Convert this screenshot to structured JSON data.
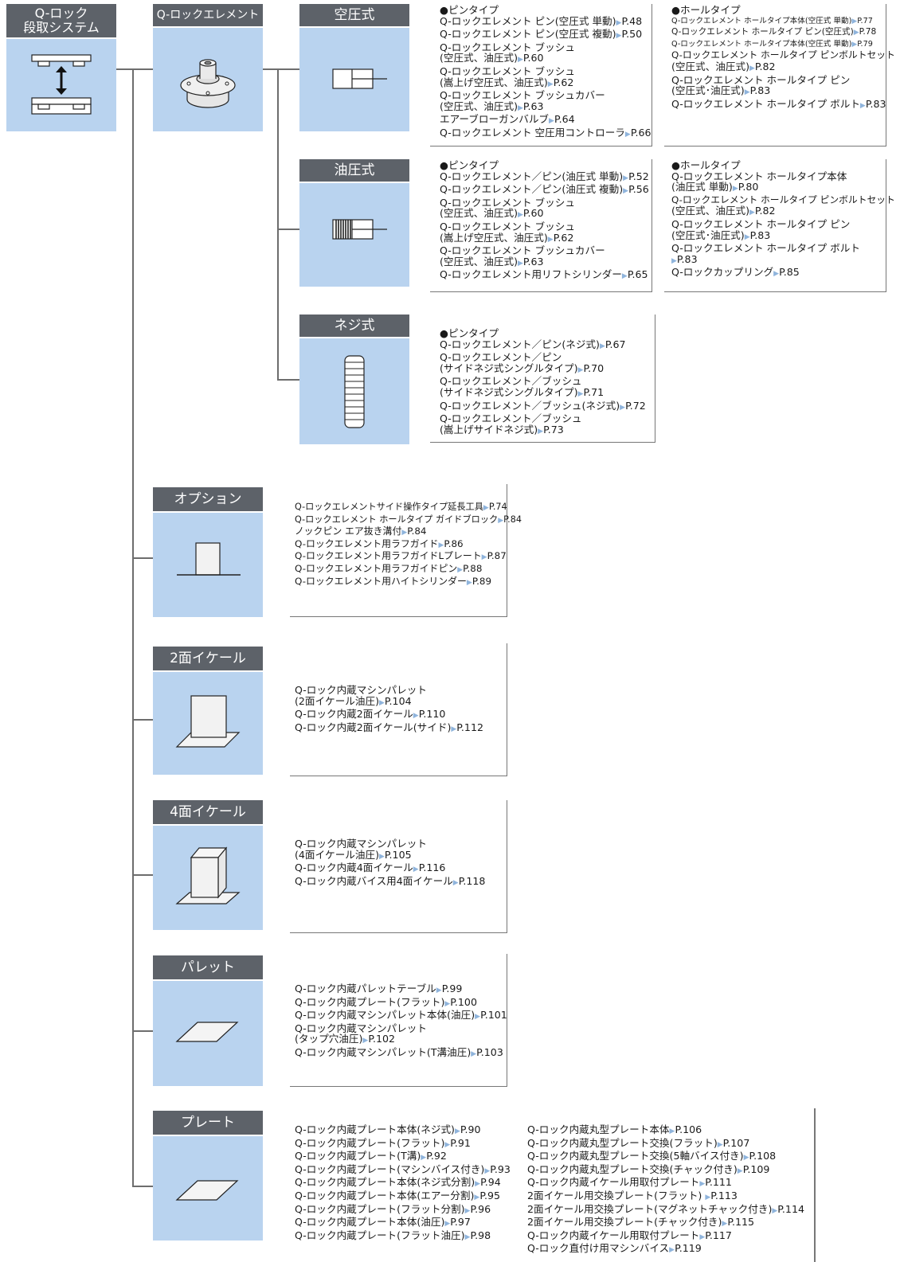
{
  "top": {
    "l1": "Q-ロック",
    "l2": "段取システム"
  },
  "element": {
    "title": "Q-ロックエレメント"
  },
  "kuatsu": {
    "title": "空圧式",
    "pin": [
      "●ピンタイプ",
      "Q-ロックエレメント ピン(空圧式 単動)▶P.48",
      "Q-ロックエレメント ピン(空圧式 複動)▶P.50",
      "Q-ロックエレメント ブッシュ",
      "(空圧式、油圧式)▶P.60",
      "Q-ロックエレメント ブッシュ",
      "(嵩上げ空圧式、油圧式)▶P.62",
      "Q-ロックエレメント ブッシュカバー",
      "(空圧式、油圧式)▶P.63",
      "エアーブローガンバルブ▶P.64",
      "Q-ロックエレメント 空圧用コントローラ▶P.66"
    ],
    "hole": [
      "●ホールタイプ",
      "Q-ロックエレメント ホールタイプ本体(空圧式 単動)▶P.77",
      "Q-ロックエレメント ホールタイプ ピン(空圧式)▶P.78",
      "Q-ロックエレメント ホールタイプ本体(空圧式 単動)▶P.79",
      "Q-ロックエレメント ホールタイプ ピンボルトセット",
      "(空圧式、油圧式)▶P.82",
      "Q-ロックエレメント ホールタイプ ピン",
      "(空圧式･油圧式)▶P.83",
      "Q-ロックエレメント ホールタイプ ボルト▶P.83"
    ]
  },
  "yuatsu": {
    "title": "油圧式",
    "pin": [
      "●ピンタイプ",
      "Q-ロックエレメント／ピン(油圧式 単動)▶P.52",
      "Q-ロックエレメント／ピン(油圧式 複動)▶P.56",
      "Q-ロックエレメント ブッシュ",
      "(空圧式、油圧式)▶P.60",
      "Q-ロックエレメント ブッシュ",
      "(嵩上げ空圧式、油圧式)▶P.62",
      "Q-ロックエレメント ブッシュカバー",
      "(空圧式、油圧式)▶P.63",
      "Q-ロックエレメント用リフトシリンダー▶P.65"
    ],
    "hole": [
      "●ホールタイプ",
      "Q-ロックエレメント ホールタイプ本体",
      "(油圧式 単動)▶P.80",
      "Q-ロックエレメント ホールタイプ ピンボルトセット",
      "(空圧式、油圧式)▶P.82",
      "Q-ロックエレメント ホールタイプ ピン",
      "(空圧式･油圧式)▶P.83",
      "Q-ロックエレメント ホールタイプ ボルト",
      "▶P.83",
      "Q-ロックカップリング▶P.85"
    ]
  },
  "neji": {
    "title": "ネジ式",
    "pin": [
      "●ピンタイプ",
      "Q-ロックエレメント／ピン(ネジ式)▶P.67",
      "Q-ロックエレメント／ピン",
      "(サイドネジ式シングルタイプ)▶P.70",
      "Q-ロックエレメント／ブッシュ",
      "(サイドネジ式シングルタイプ)▶P.71",
      "Q-ロックエレメント／ブッシュ(ネジ式)▶P.72",
      "Q-ロックエレメント／ブッシュ",
      "(嵩上げサイドネジ式)▶P.73"
    ]
  },
  "option": {
    "title": "オプション",
    "items": [
      "Q-ロックエレメントサイド操作タイプ延長工具▶P.74",
      "Q-ロックエレメント ホールタイプ ガイドブロック▶P.84",
      "ノックピン エア抜き溝付▶P.84",
      "Q-ロックエレメント用ラフガイド▶P.86",
      "Q-ロックエレメント用ラフガイドLプレート▶P.87",
      "Q-ロックエレメント用ラフガイドピン▶P.88",
      "Q-ロックエレメント用ハイトシリンダー▶P.89"
    ]
  },
  "nimen": {
    "title": "2面イケール",
    "items": [
      "Q-ロック内蔵マシンパレット",
      "(2面イケール油圧)▶P.104",
      "Q-ロック内蔵2面イケール▶P.110",
      "Q-ロック内蔵2面イケール(サイド)▶P.112"
    ]
  },
  "yonmen": {
    "title": "4面イケール",
    "items": [
      "Q-ロック内蔵マシンパレット",
      "(4面イケール油圧)▶P.105",
      "Q-ロック内蔵4面イケール▶P.116",
      "Q-ロック内蔵バイス用4面イケール▶P.118"
    ]
  },
  "pallet": {
    "title": "パレット",
    "items": [
      "Q-ロック内蔵パレットテーブル▶P.99",
      "Q-ロック内蔵プレート(フラット)▶P.100",
      "Q-ロック内蔵マシンパレット本体(油圧)▶P.101",
      "Q-ロック内蔵マシンパレット",
      "(タップ穴油圧)▶P.102",
      "Q-ロック内蔵マシンパレット(T溝油圧)▶P.103"
    ]
  },
  "plate": {
    "title": "プレート",
    "col1": [
      "Q-ロック内蔵プレート本体(ネジ式)▶P.90",
      "Q-ロック内蔵プレート(フラット)▶P.91",
      "Q-ロック内蔵プレート(T溝)▶P.92",
      "Q-ロック内蔵プレート(マシンバイス付き)▶P.93",
      "Q-ロック内蔵プレート本体(ネジ式分割)▶P.94",
      "Q-ロック内蔵プレート本体(エアー分割)▶P.95",
      "Q-ロック内蔵プレート(フラット分割)▶P.96",
      "Q-ロック内蔵プレート本体(油圧)▶P.97",
      "Q-ロック内蔵プレート(フラット油圧)▶P.98"
    ],
    "col2": [
      "Q-ロック内蔵丸型プレート本体▶P.106",
      "Q-ロック内蔵丸型プレート交換(フラット)▶P.107",
      "Q-ロック内蔵丸型プレート交換(5軸バイス付き)▶P.108",
      "Q-ロック内蔵丸型プレート交換(チャック付き)▶P.109",
      "Q-ロック内蔵イケール用取付プレート▶P.111",
      "2面イケール用交換プレート(フラット) ▶P.113",
      "2面イケール用交換プレート(マグネットチャック付き)▶P.114",
      "2面イケール用交換プレート(チャック付き)▶P.115",
      "Q-ロック内蔵イケール用取付プレート▶P.117",
      "Q-ロック直付け用マシンバイス▶P.119"
    ]
  }
}
